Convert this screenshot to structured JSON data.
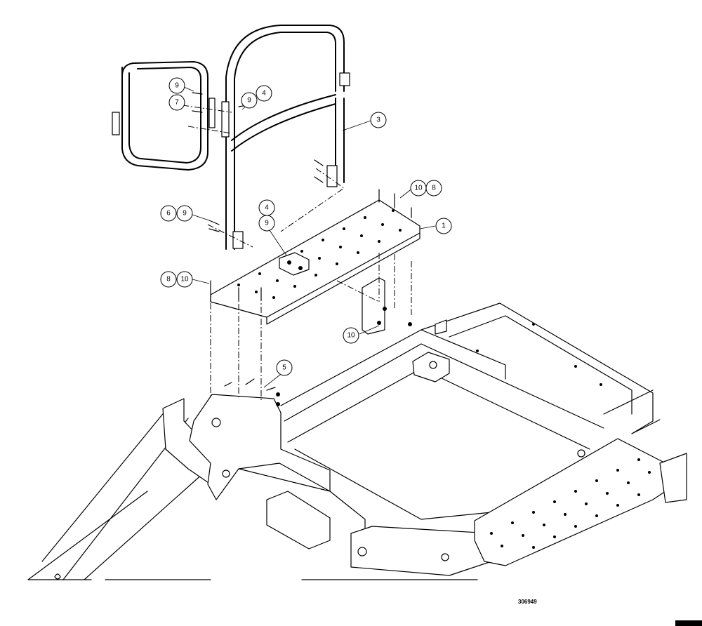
{
  "drawing": {
    "reference_number": "306949",
    "callouts": [
      "1",
      "3",
      "4",
      "5",
      "6",
      "7",
      "8",
      "9",
      "10"
    ]
  }
}
